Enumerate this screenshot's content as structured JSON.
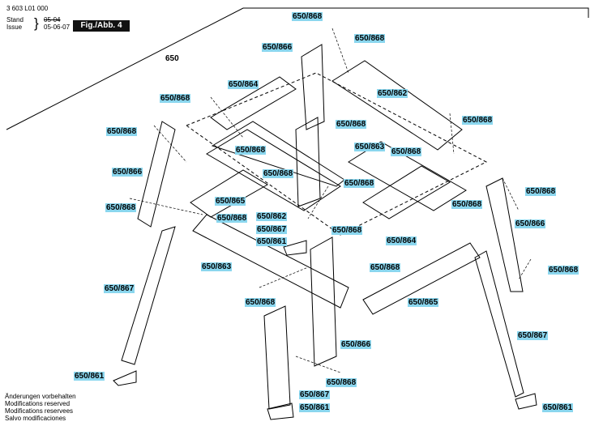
{
  "header": {
    "doc_number": "3 603 L01 000",
    "stand_label": "Stand",
    "issue_label": "Issue",
    "brace": "}",
    "stand_value": "05-04",
    "issue_value": "05-06-07",
    "figure_label": "Fig./Abb. 4"
  },
  "footer": [
    "Änderungen vorbehalten",
    "Modifications reserved",
    "Modifications reservees",
    "Salvo modificaciones"
  ],
  "callouts": [
    "650",
    "650/868",
    "650/866",
    "650/868",
    "650/864",
    "650/862",
    "650/868",
    "650/868",
    "650/868",
    "650/868",
    "650/868",
    "650/863",
    "650/868",
    "650/866",
    "650/868",
    "650/868",
    "650/868",
    "650/865",
    "650/868",
    "650/862",
    "650/867",
    "650/868",
    "650/868",
    "650/861",
    "650/864",
    "650/863",
    "650/868",
    "650/868",
    "650/867",
    "650/868",
    "650/865",
    "650/866",
    "650/867",
    "650/861",
    "650/868",
    "650/867",
    "650/861",
    "650/861",
    "650/866",
    "650/868"
  ]
}
